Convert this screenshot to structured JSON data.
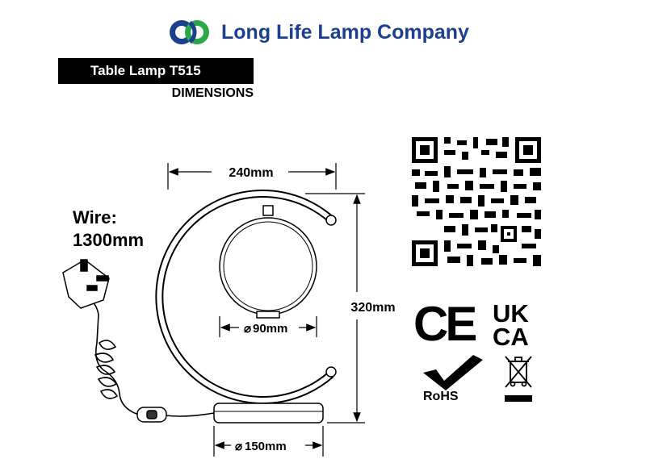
{
  "header": {
    "company_name": "Long Life Lamp Company",
    "brand_color": "#1d3f8f",
    "accent_color": "#2aa84a"
  },
  "product": {
    "title": "Table Lamp T515",
    "subtitle": "DIMENSIONS"
  },
  "wire": {
    "label": "Wire:",
    "length": "1300mm"
  },
  "dimensions": {
    "width": "240mm",
    "height": "320mm",
    "shade_diameter": "90mm",
    "base_diameter": "150mm",
    "diameter_symbol": "⌀"
  },
  "certifications": {
    "ce_mark": "CE",
    "ukca_top": "UK",
    "ukca_bottom": "CA",
    "rohs": "RoHS",
    "qr_icon": "qr-code-icon",
    "weee_icon": "crossed-bin-icon"
  }
}
